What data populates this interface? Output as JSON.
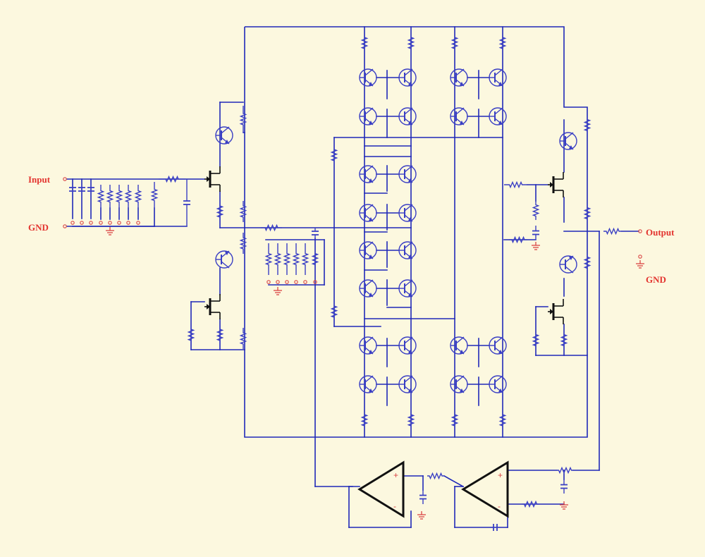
{
  "labels": {
    "input": "Input",
    "gnd_left": "GND",
    "output": "Output",
    "gnd_right": "GND"
  },
  "opamp_signs": {
    "plus": "+",
    "minus": "-"
  },
  "colors": {
    "background": "#fcf8df",
    "wire": "#1f28b8",
    "component": "#3a3fc4",
    "terminal": "#d94545",
    "label": "#e3342f",
    "device": "#111111"
  }
}
